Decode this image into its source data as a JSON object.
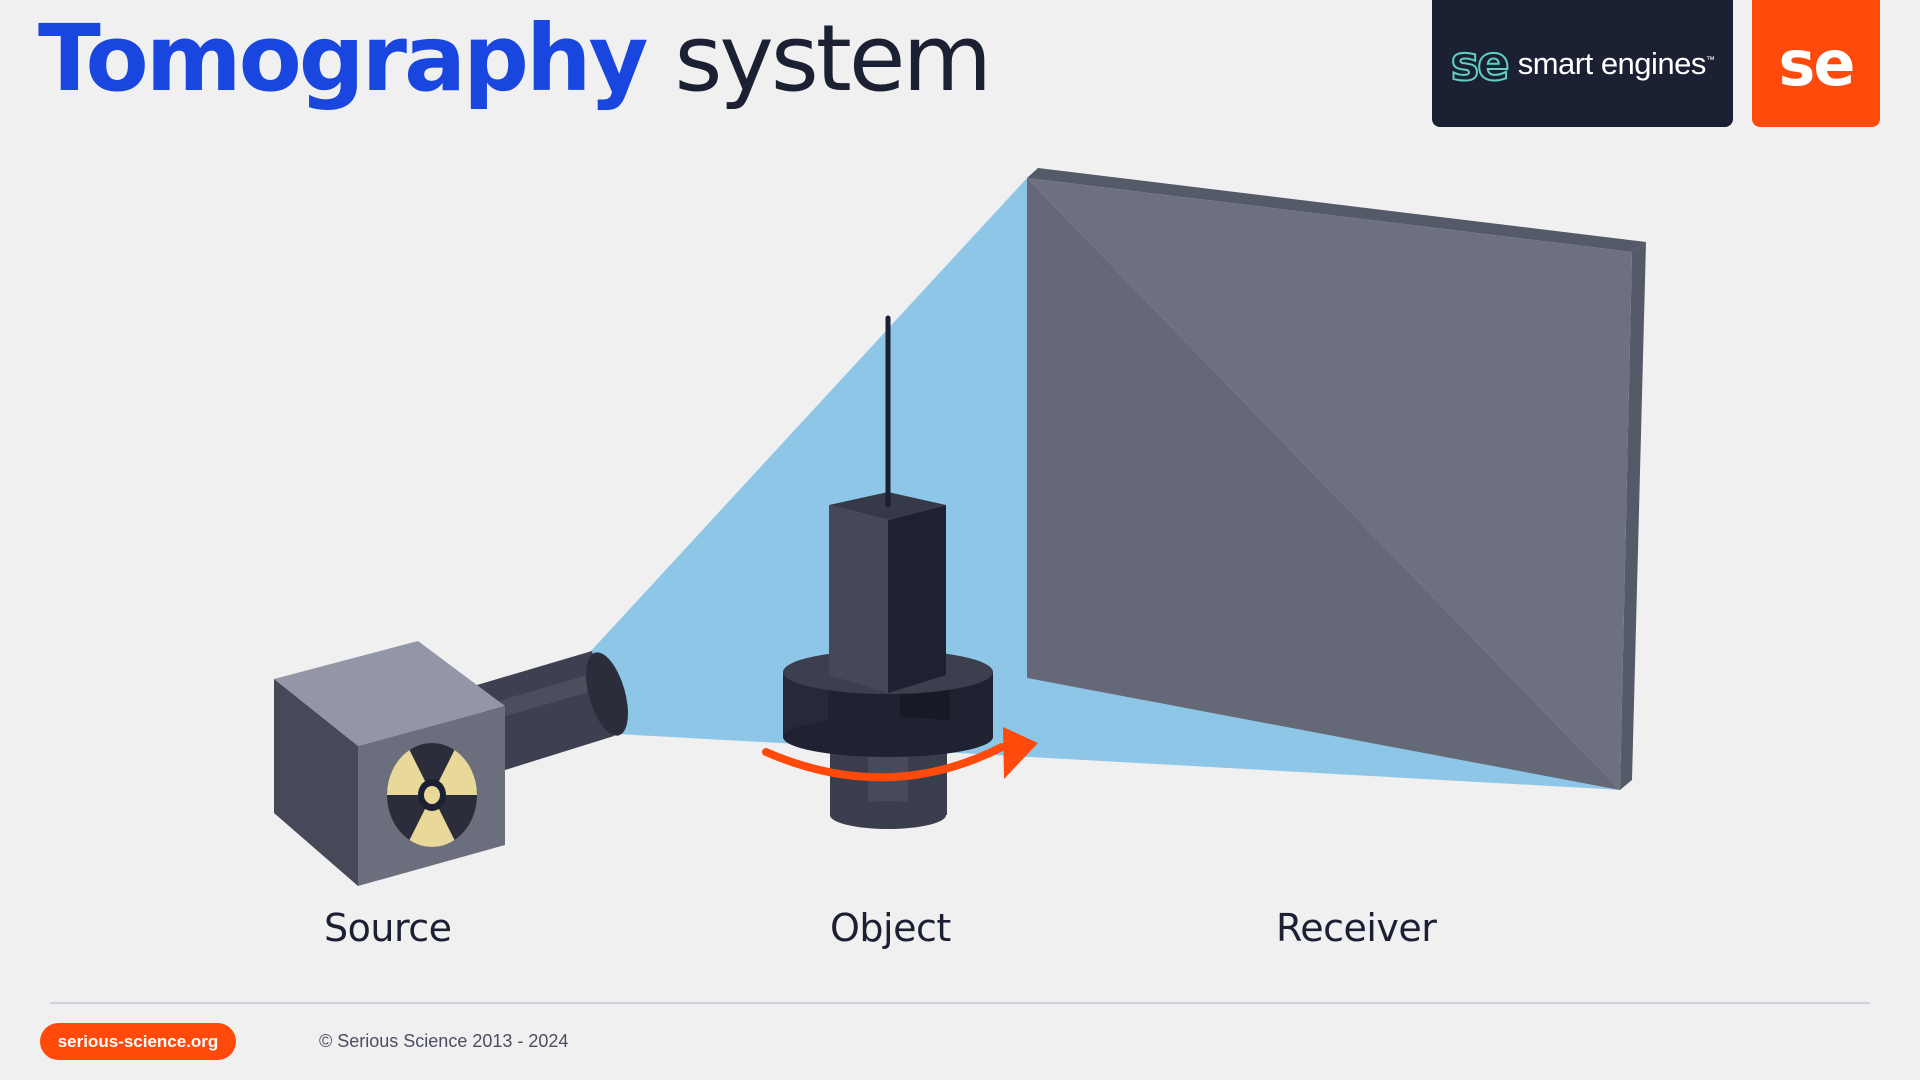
{
  "header": {
    "title_strong": "Tomography",
    "title_light": "system"
  },
  "logos": {
    "dark_mark": "se",
    "dark_text": "smart engines",
    "dark_trademark": "™",
    "orange_mark": "se",
    "dark_bg_color": "#1c2033",
    "mark_color": "#5fd0c4",
    "orange_bg_color": "#ff4a0c"
  },
  "diagram": {
    "labels": {
      "source": "Source",
      "object": "Object",
      "receiver": "Receiver"
    },
    "source_icon": "radiation-icon",
    "rotation_icon": "rotation-arrow-icon",
    "beam_color": "#8ec6e7",
    "arrow_color": "#ff4a0c",
    "radiation_color": "#e8d89a"
  },
  "footer": {
    "site_link": "serious-science.org",
    "copyright": "© Serious Science 2013 - 2024"
  }
}
